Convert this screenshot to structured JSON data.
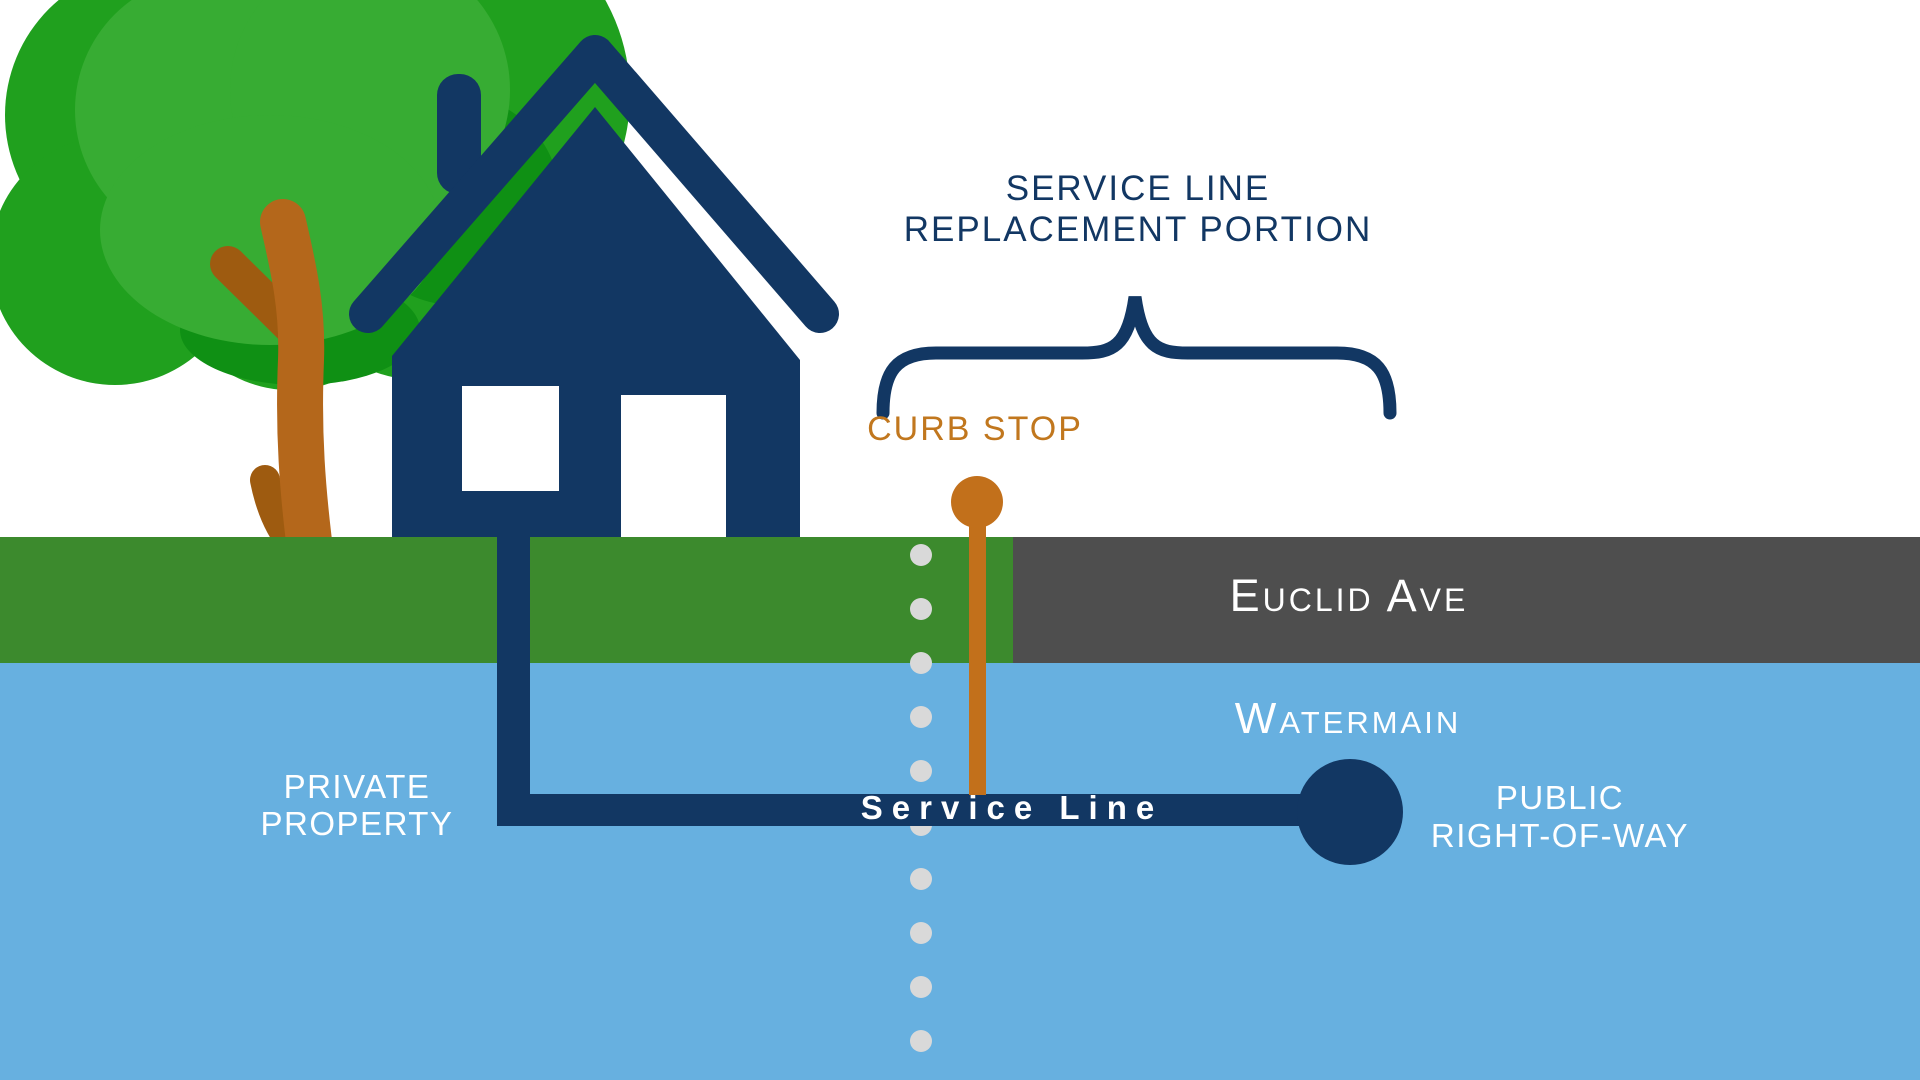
{
  "diagram": {
    "title": {
      "line1": "SERVICE LINE",
      "line2": "REPLACEMENT PORTION"
    },
    "labels": {
      "curb_stop": "CURB STOP",
      "street": "Euclid Ave",
      "watermain": "Watermain",
      "service_line": "Service Line",
      "private_property": {
        "line1": "PRIVATE",
        "line2": "PROPERTY"
      },
      "public_right_of_way": {
        "line1": "PUBLIC",
        "line2": "RIGHT-OF-WAY"
      }
    },
    "colors": {
      "navy": "#123763",
      "grass_green": "#3C8A2D",
      "road_gray": "#4E4E4E",
      "underground_blue": "#67B0E0",
      "curb_orange": "#C2701B",
      "orange_text": "#C1771E",
      "property_dot_gray": "#D9D9D9",
      "tree_green": "#20A01E",
      "tree_green_light": "#37AC33",
      "tree_green_dark": "#0F9014",
      "trunk_brown": "#B4671B",
      "branch_brown_dark": "#9E5B10",
      "white": "#FFFFFF"
    }
  }
}
